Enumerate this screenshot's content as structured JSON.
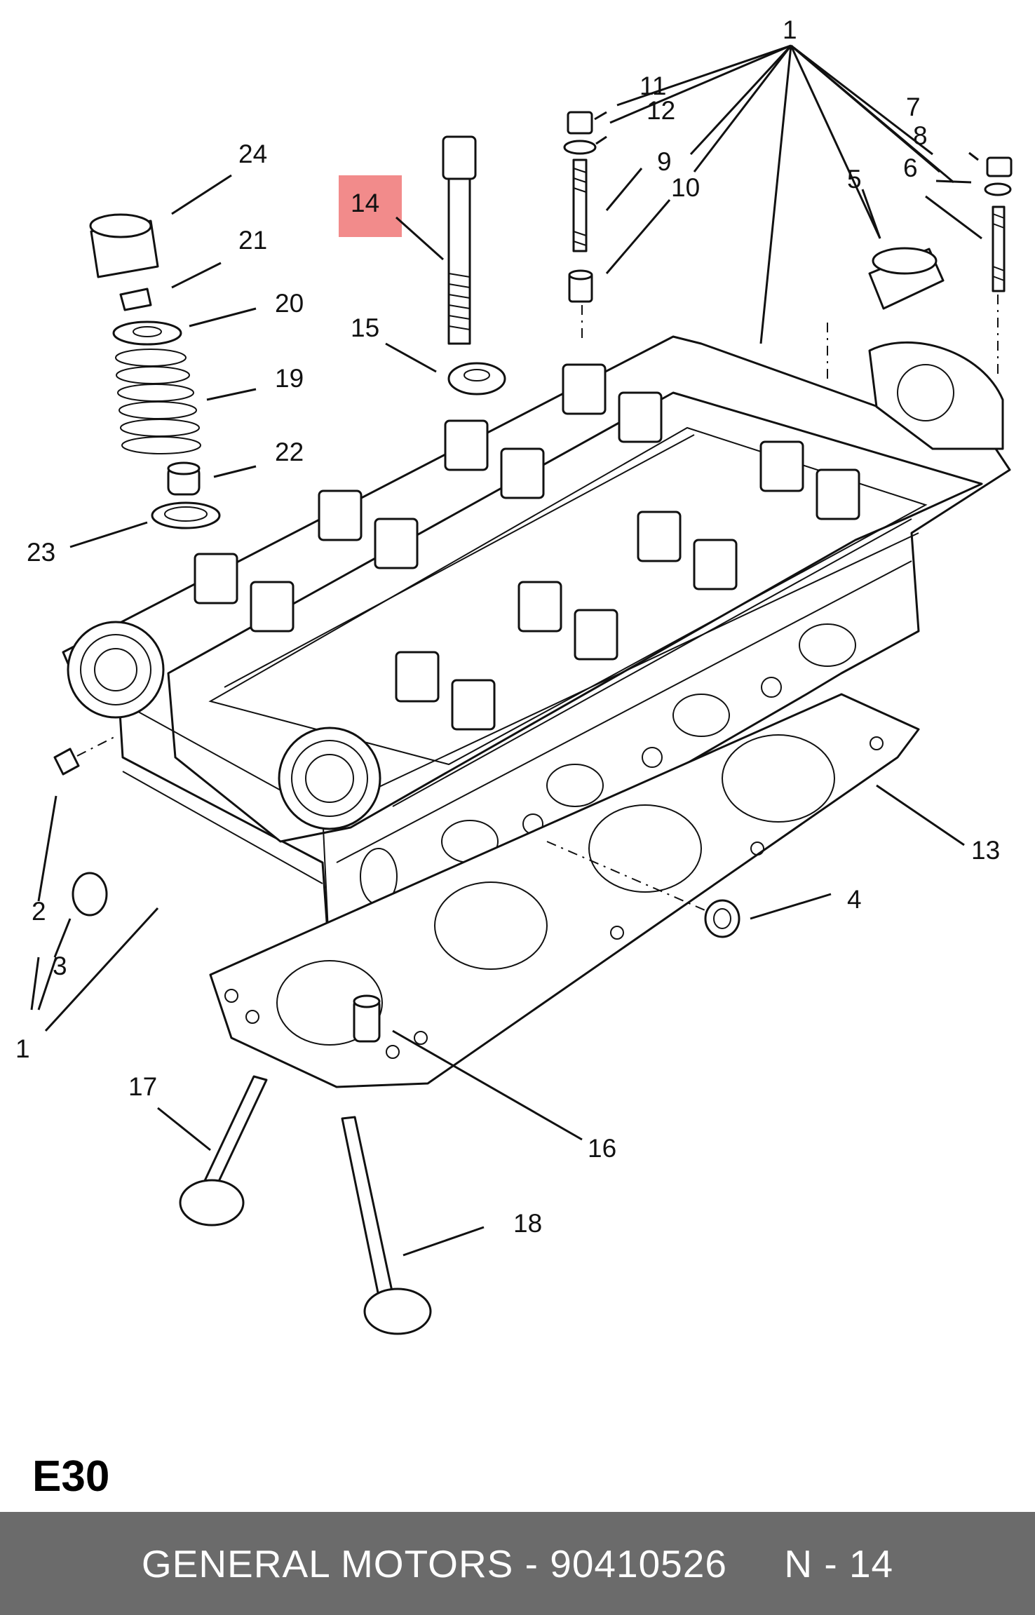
{
  "diagram": {
    "highlight_color": "#f28b8b",
    "highlighted_callout": "14",
    "callouts": [
      {
        "id": "c1-top",
        "label": "1"
      },
      {
        "id": "c11",
        "label": "11"
      },
      {
        "id": "c12",
        "label": "12"
      },
      {
        "id": "c7",
        "label": "7"
      },
      {
        "id": "c8",
        "label": "8"
      },
      {
        "id": "c6",
        "label": "6"
      },
      {
        "id": "c9",
        "label": "9"
      },
      {
        "id": "c10",
        "label": "10"
      },
      {
        "id": "c5",
        "label": "5"
      },
      {
        "id": "c24",
        "label": "24"
      },
      {
        "id": "c14",
        "label": "14"
      },
      {
        "id": "c21",
        "label": "21"
      },
      {
        "id": "c20",
        "label": "20"
      },
      {
        "id": "c15",
        "label": "15"
      },
      {
        "id": "c19",
        "label": "19"
      },
      {
        "id": "c22",
        "label": "22"
      },
      {
        "id": "c23",
        "label": "23"
      },
      {
        "id": "c13",
        "label": "13"
      },
      {
        "id": "c4",
        "label": "4"
      },
      {
        "id": "c2",
        "label": "2"
      },
      {
        "id": "c3",
        "label": "3"
      },
      {
        "id": "c1-bottom",
        "label": "1"
      },
      {
        "id": "c17",
        "label": "17"
      },
      {
        "id": "c16",
        "label": "16"
      },
      {
        "id": "c18",
        "label": "18"
      }
    ]
  },
  "page_code": "E30",
  "footer": {
    "background": "#6b6b6b",
    "text": "GENERAL MOTORS - 90410526     N - 14"
  }
}
